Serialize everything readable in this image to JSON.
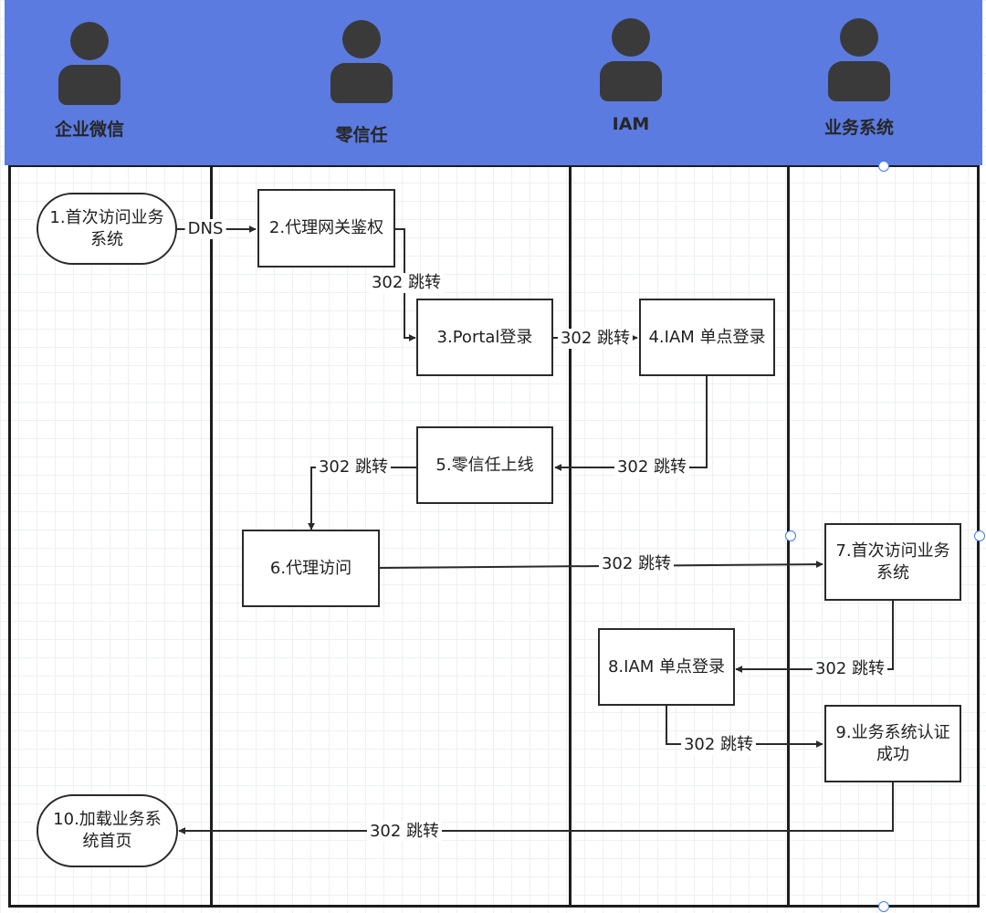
{
  "lanes": {
    "wecom": "企业微信",
    "zerotrust": "零信任",
    "iam": "IAM",
    "business": "业务系统"
  },
  "steps": {
    "s1": "1.首次访问业务系统",
    "s2": "2.代理网关鉴权",
    "s3": "3.Portal登录",
    "s4": "4.IAM 单点登录",
    "s5": "5.零信任上线",
    "s6": "6.代理访问",
    "s7": "7.首次访问业务系统",
    "s8": "8.IAM 单点登录",
    "s9": "9.业务系统认证成功",
    "s10": "10.加载业务系统首页"
  },
  "edges": {
    "dns": "DNS",
    "e2_3": "302 跳转",
    "e3_4": "302 跳转",
    "e4_5": "302 跳转",
    "e5_6": "302 跳转",
    "e6_7": "302 跳转",
    "e7_8": "302 跳转",
    "e8_9": "302 跳转",
    "e9_10": "302 跳转"
  },
  "colors": {
    "banner": "#5b7be1",
    "actor": "#3a3a3a",
    "line": "#2a2a2a",
    "handle": "#3d7bff"
  }
}
